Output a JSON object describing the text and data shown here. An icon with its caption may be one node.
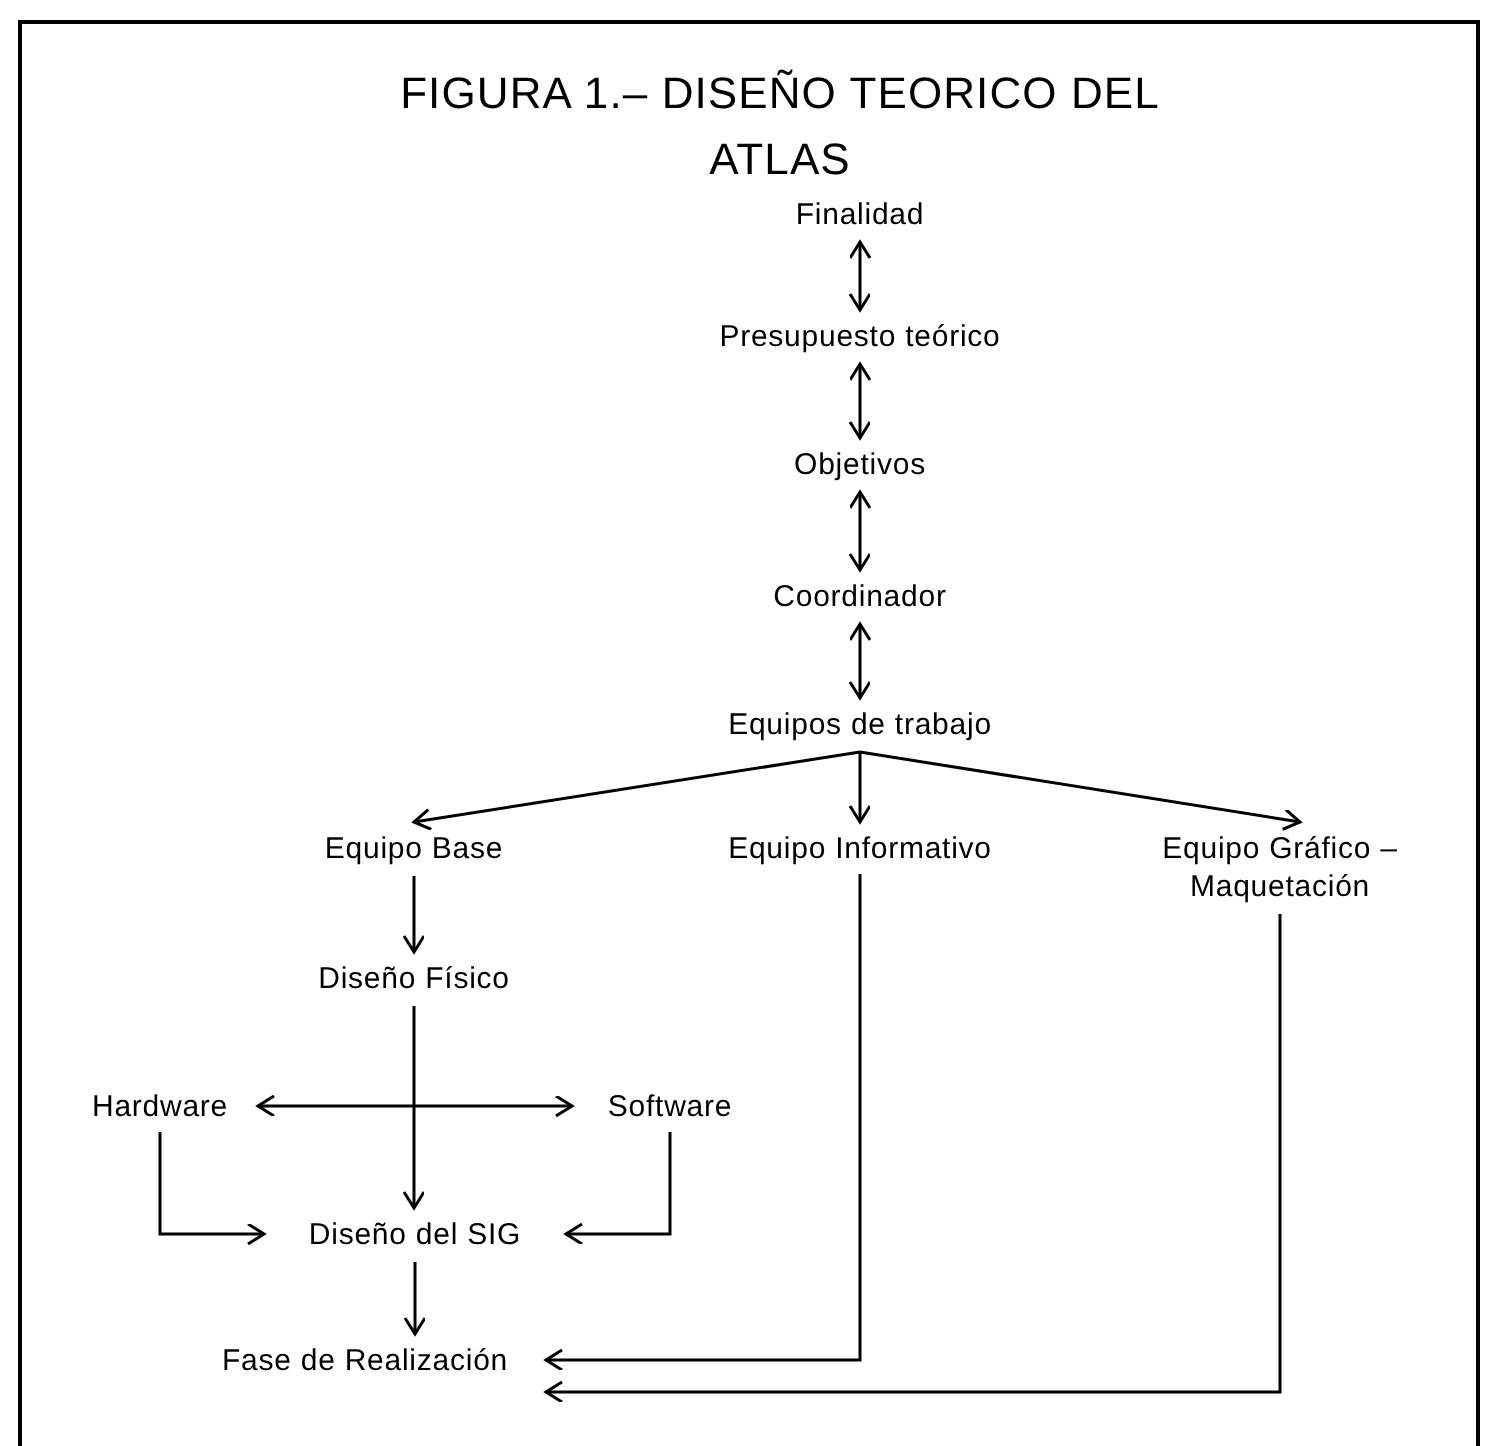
{
  "diagram": {
    "title": "FIGURA 1.– DISEÑO TEORICO DEL ATLAS",
    "nodes": [
      {
        "text": [
          "Finalidad"
        ]
      },
      {
        "text": [
          "Presupuesto teórico"
        ]
      },
      {
        "text": [
          "Objetivos"
        ]
      },
      {
        "text": [
          "Coordinador"
        ]
      },
      {
        "text": [
          "Equipos de trabajo"
        ]
      },
      {
        "text": [
          "Equipo Base"
        ]
      },
      {
        "text": [
          "Equipo Informativo"
        ]
      },
      {
        "text": [
          "Equipo Gráfico – Maquetación"
        ]
      },
      {
        "text": [
          "Diseño Físico"
        ]
      },
      {
        "text": [
          "Hardware"
        ]
      },
      {
        "text": [
          "Software"
        ]
      },
      {
        "text": [
          "Diseño del SIG"
        ]
      },
      {
        "text": [
          "Fase de Realización"
        ]
      }
    ],
    "edges": [
      {
        "from": 0,
        "to": 1,
        "arrow": "both"
      },
      {
        "from": 1,
        "to": 2,
        "arrow": "both"
      },
      {
        "from": 2,
        "to": 3,
        "arrow": "both"
      },
      {
        "from": 3,
        "to": 4,
        "arrow": "both"
      },
      {
        "from": 4,
        "to": 5,
        "arrow": "to"
      },
      {
        "from": 4,
        "to": 6,
        "arrow": "to"
      },
      {
        "from": 4,
        "to": 7,
        "arrow": "to"
      },
      {
        "from": 5,
        "to": 8,
        "arrow": "to"
      },
      {
        "from": 8,
        "to": 11,
        "arrow": "to"
      },
      {
        "from": 9,
        "to": 10,
        "arrow": "both"
      },
      {
        "from": 9,
        "to": 11,
        "arrow": "to"
      },
      {
        "from": 10,
        "to": 11,
        "arrow": "to"
      },
      {
        "from": 11,
        "to": 12,
        "arrow": "to"
      },
      {
        "from": 6,
        "to": 12,
        "arrow": "to"
      },
      {
        "from": 7,
        "to": 12,
        "arrow": "to"
      }
    ]
  }
}
